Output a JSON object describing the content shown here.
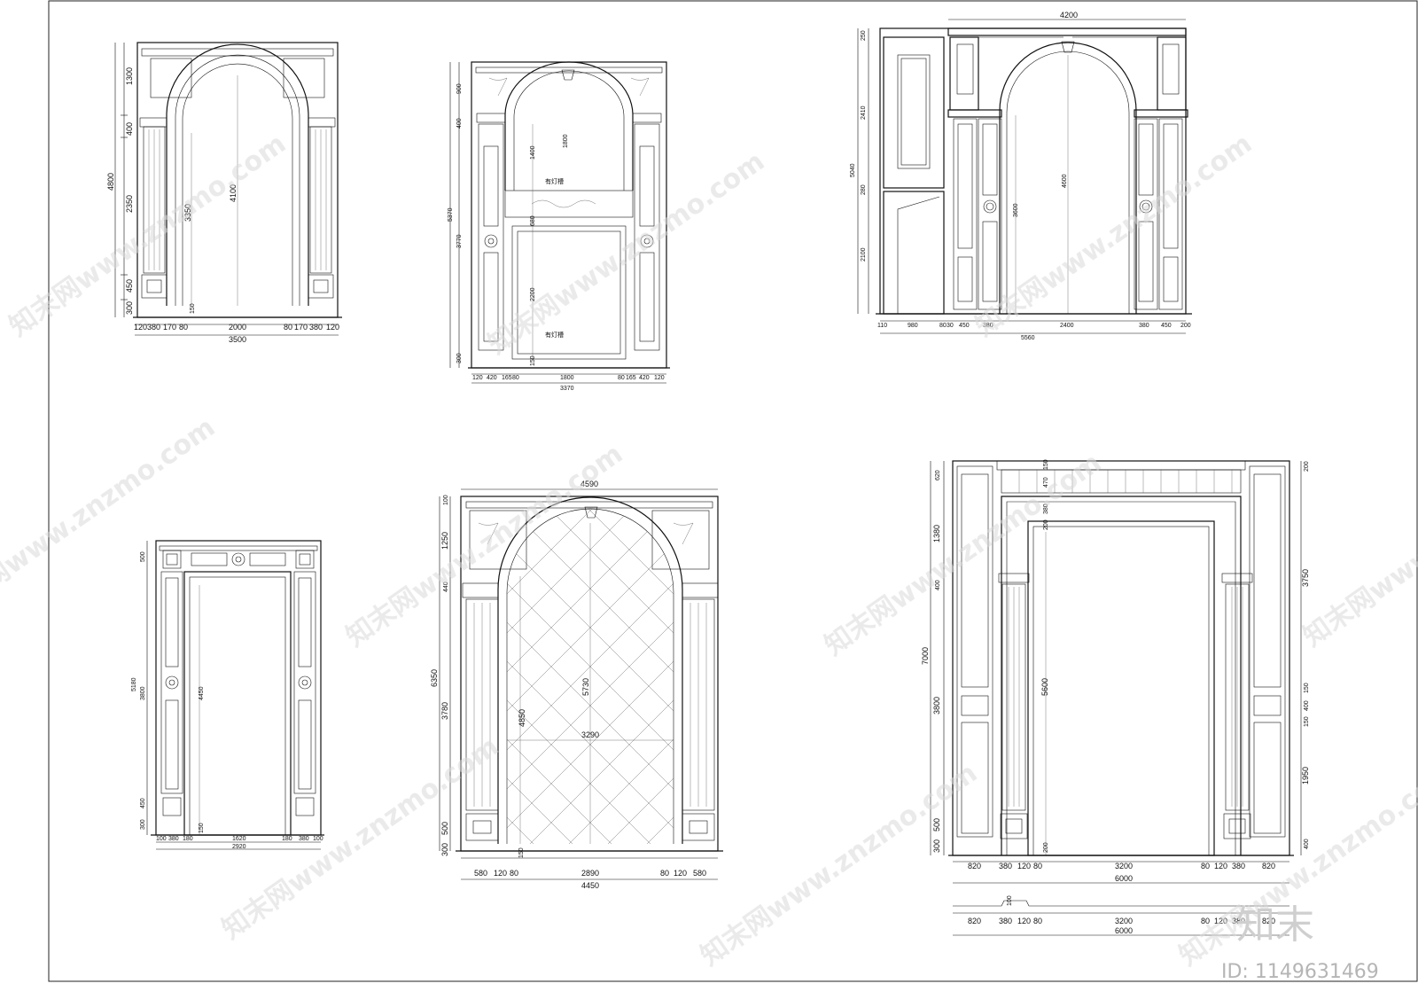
{
  "elevations": [
    {
      "id": "arch-a",
      "width_top": "",
      "widths_bottom": [
        "120",
        "380",
        "170",
        "80",
        "2000",
        "80",
        "170",
        "380",
        "120"
      ],
      "overall_bottom": "3500",
      "heights_left": [
        "1300",
        "400",
        "2350",
        "450",
        "300"
      ],
      "overall_left": "4800",
      "inner_dims": [
        "3350",
        "4100",
        "150"
      ]
    },
    {
      "id": "arch-b",
      "widths_bottom": [
        "120",
        "420",
        "165",
        "80",
        "1800",
        "80",
        "165",
        "420",
        "120"
      ],
      "overall_bottom": "3370",
      "heights_left": [
        "900",
        "400",
        "3770",
        "300"
      ],
      "overall_left": "5370",
      "inner_dims": [
        "1400",
        "1800",
        "680",
        "2200",
        "150"
      ],
      "notes": [
        "有灯槽",
        "有灯槽"
      ]
    },
    {
      "id": "arch-c",
      "width_top": "4200",
      "widths_bottom": [
        "110",
        "980",
        "80",
        "30",
        "450",
        "380",
        "2400",
        "380",
        "450",
        "200"
      ],
      "overall_bottom": "5560",
      "heights_left": [
        "250",
        "2410",
        "280",
        "2100"
      ],
      "overall_left": "5040",
      "inner_dims": [
        "3600",
        "4600"
      ]
    },
    {
      "id": "door-d",
      "widths_bottom": [
        "100",
        "380",
        "180",
        "1620",
        "180",
        "380",
        "100"
      ],
      "overall_bottom": "2920",
      "heights_left": [
        "500",
        "3800",
        "450",
        "300"
      ],
      "overall_left": "5180",
      "inner_dims": [
        "4450",
        "150"
      ]
    },
    {
      "id": "arch-e",
      "width_top": "4590",
      "widths_bottom": [
        "580",
        "120",
        "80",
        "2890",
        "80",
        "120",
        "580"
      ],
      "overall_bottom": "4450",
      "heights_left": [
        "100",
        "1250",
        "440",
        "3780",
        "500",
        "300"
      ],
      "overall_left": "6350",
      "inner_dims": [
        "4850",
        "5730",
        "3290",
        "150"
      ]
    },
    {
      "id": "door-f",
      "widths_bottom": [
        "820",
        "380",
        "120",
        "80",
        "3200",
        "80",
        "120",
        "380",
        "820"
      ],
      "overall_bottom": "6000",
      "heights_left": [
        "620",
        "1380",
        "400",
        "3800",
        "500",
        "300"
      ],
      "overall_left": "7000",
      "heights_right": [
        "200",
        "3750",
        "150",
        "400",
        "150",
        "1950",
        "400"
      ],
      "inner_dims": [
        "470",
        "150",
        "380",
        "200",
        "5600",
        "200"
      ],
      "plan_widths": [
        "820",
        "380",
        "120",
        "80",
        "3200",
        "80",
        "120",
        "380",
        "820"
      ],
      "plan_overall": "6000",
      "plan_depth": "100"
    }
  ],
  "watermark": {
    "text": "知末网www.znzmo.com",
    "logo": "知末",
    "id_label": "ID: 1149631469"
  }
}
